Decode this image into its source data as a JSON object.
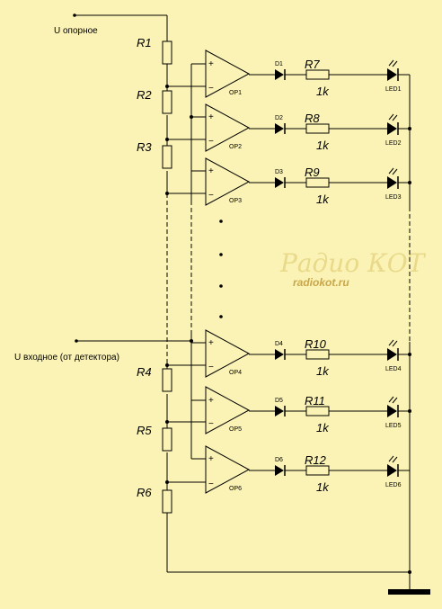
{
  "labels": {
    "u_ref": "U опорное",
    "u_in": "U входное (от детектора)"
  },
  "divider": [
    "R1",
    "R2",
    "R3",
    "R4",
    "R5",
    "R6"
  ],
  "channels": [
    {
      "op": "OP1",
      "diode": "D1",
      "res": "R7",
      "val": "1k",
      "led": "LED1"
    },
    {
      "op": "OP2",
      "diode": "D2",
      "res": "R8",
      "val": "1k",
      "led": "LED2"
    },
    {
      "op": "OP3",
      "diode": "D3",
      "res": "R9",
      "val": "1k",
      "led": "LED3"
    },
    {
      "op": "OP4",
      "diode": "D4",
      "res": "R10",
      "val": "1k",
      "led": "LED4"
    },
    {
      "op": "OP5",
      "diode": "D5",
      "res": "R11",
      "val": "1k",
      "led": "LED5"
    },
    {
      "op": "OP6",
      "diode": "D6",
      "res": "R12",
      "val": "1k",
      "led": "LED6"
    }
  ],
  "opamp_pins": {
    "plus": "+",
    "minus": "−"
  },
  "watermark": {
    "title": "Радио КОТ",
    "site": "radiokot.ru"
  },
  "colors": {
    "background": "#fbf3b5",
    "line": "#000000",
    "watermark": "#e9d98a"
  }
}
